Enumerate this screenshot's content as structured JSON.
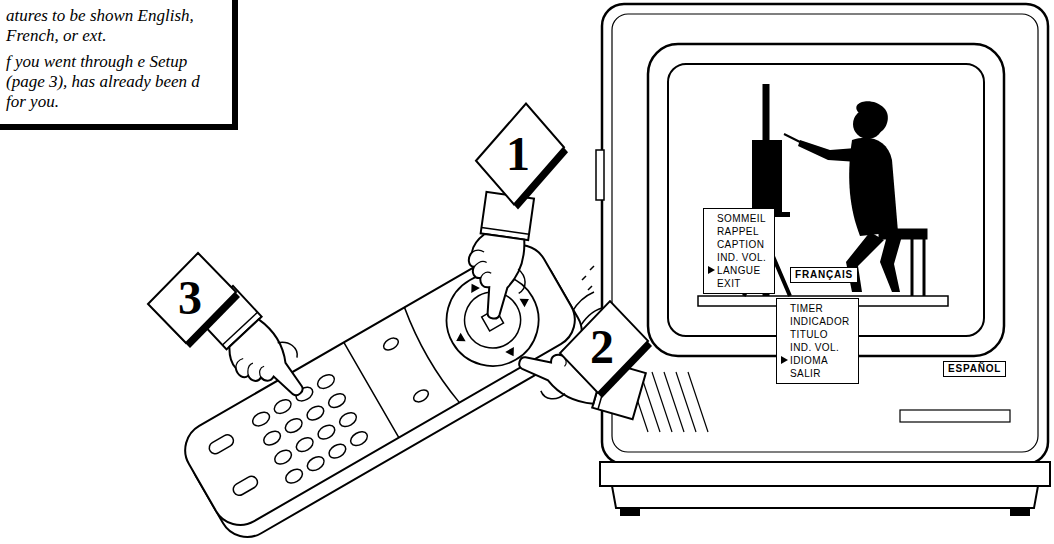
{
  "diagram": {
    "nodes": [
      {
        "text": [
          "atures to be shown English, French, or ext.",
          "f you went through e Setup (page 3), has already been d for you."
        ]
      },
      {
        "text": [
          "1"
        ]
      },
      {
        "text": [
          "SOMMEIL",
          "RAPPEL",
          "CAPTION",
          "IND. VOL.",
          "LANGUE",
          "EXIT"
        ]
      },
      {
        "text": [
          "FRANÇAIS"
        ]
      },
      {
        "text": [
          "3"
        ]
      },
      {
        "text": [
          "2"
        ]
      },
      {
        "text": [
          "TIMER",
          "INDICADOR",
          "TITULO",
          "IND. VOL.",
          "IDIOMA",
          "SALIR"
        ]
      },
      {
        "text": [
          "ESPAÑOL"
        ]
      }
    ]
  }
}
